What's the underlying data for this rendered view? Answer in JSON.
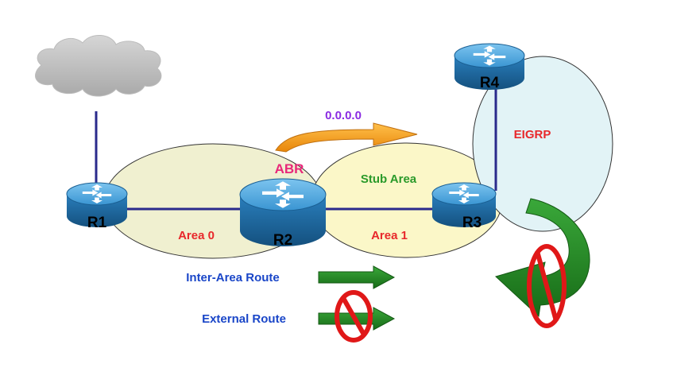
{
  "routers": {
    "r1": {
      "name": "R1"
    },
    "r2": {
      "name": "R2"
    },
    "r3": {
      "name": "R3"
    },
    "r4": {
      "name": "R4"
    }
  },
  "areas": {
    "area0": {
      "label": "Area 0"
    },
    "area1": {
      "label": "Area 1"
    },
    "stub": {
      "label": "Stub Area"
    },
    "eigrp": {
      "label": "EIGRP"
    }
  },
  "abr_label": "ABR",
  "default_route_label": "0.0.0.0",
  "legend": {
    "inter_area": "Inter-Area Route",
    "external": "External Route"
  },
  "colors": {
    "router_body": "#1f6fa8",
    "router_top": "#4fa9e0",
    "area_fill": "#f0f0d0",
    "stub_fill": "#fbf7c8",
    "eigrp_fill": "#e2f3f6",
    "link": "#2a2a8c",
    "area_text": "#e8282b",
    "stub_text": "#2a9a2a",
    "abr_text": "#e8287a",
    "default_text": "#8a2be2",
    "legend_text": "#1a46c8",
    "route_arrow": "#1f8a1f",
    "default_arrow": "#f59a14",
    "prohibit": "#e01818"
  },
  "icons": [
    "cloud-icon",
    "router-icon",
    "prohibit-icon"
  ]
}
